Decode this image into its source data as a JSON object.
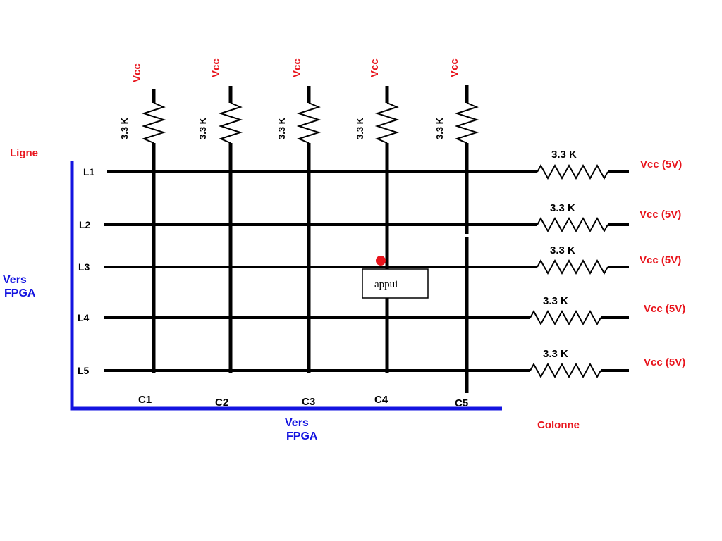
{
  "labels": {
    "ligne": "Ligne",
    "colonne": "Colonne",
    "vers": "Vers",
    "fpga": "FPGA",
    "appui": "appui"
  },
  "columns": [
    {
      "name": "C1",
      "vcc": "Vcc",
      "resistor": "3.3 K"
    },
    {
      "name": "C2",
      "vcc": "Vcc",
      "resistor": "3.3 K"
    },
    {
      "name": "C3",
      "vcc": "Vcc",
      "resistor": "3.3 K"
    },
    {
      "name": "C4",
      "vcc": "Vcc",
      "resistor": "3.3 K"
    },
    {
      "name": "C5",
      "vcc": "Vcc",
      "resistor": "3.3 K"
    }
  ],
  "rows": [
    {
      "name": "L1",
      "resistor": "3.3 K",
      "vcc": "Vcc (5V)"
    },
    {
      "name": "L2",
      "resistor": "3.3 K",
      "vcc": "Vcc (5V)"
    },
    {
      "name": "L3",
      "resistor": "3.3 K",
      "vcc": "Vcc (5V)"
    },
    {
      "name": "L4",
      "resistor": "3.3 K",
      "vcc": "Vcc (5V)"
    },
    {
      "name": "L5",
      "resistor": "3.3 K",
      "vcc": "Vcc (5V)"
    }
  ],
  "pressed_key": {
    "row": "L3",
    "column": "C4"
  },
  "colors": {
    "wire": "#000000",
    "supply_label": "#e8141c",
    "fpga_bus": "#1414e0",
    "press_dot": "#e8141c"
  }
}
